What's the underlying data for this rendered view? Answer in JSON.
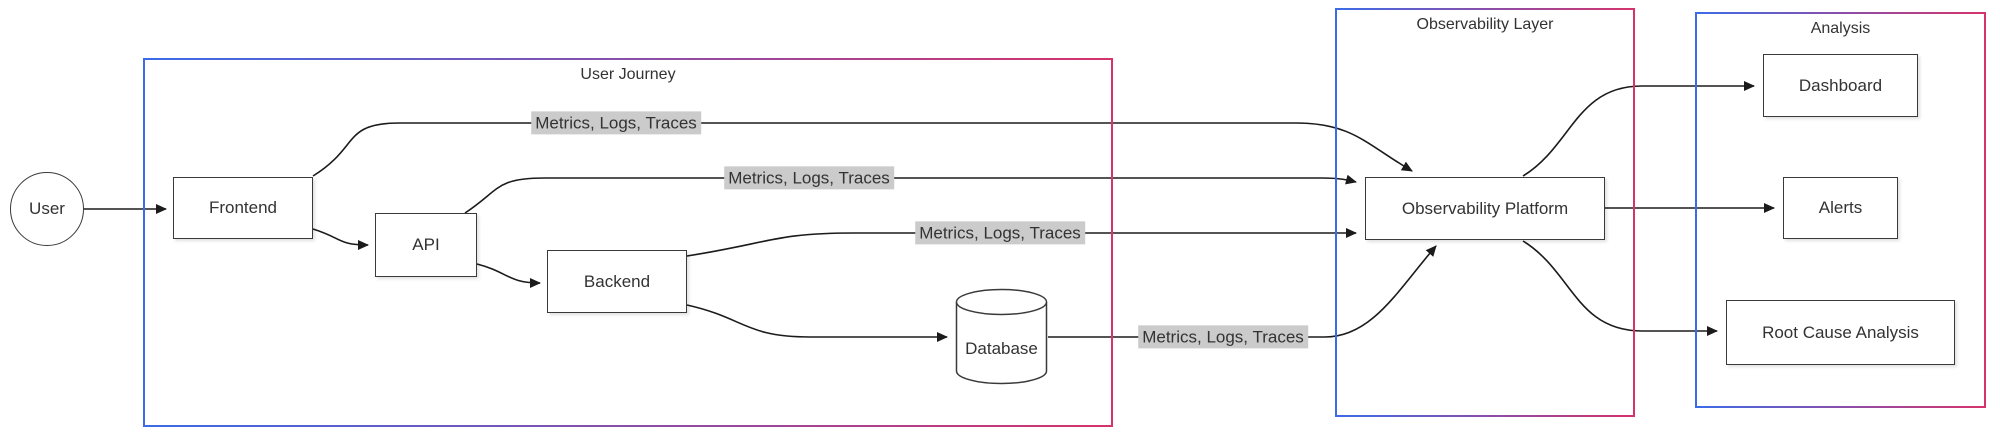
{
  "diagram": {
    "containers": {
      "user_journey": {
        "title": "User Journey"
      },
      "observability_layer": {
        "title": "Observability Layer"
      },
      "analysis": {
        "title": "Analysis"
      }
    },
    "nodes": {
      "user": {
        "label": "User",
        "shape": "circle"
      },
      "frontend": {
        "label": "Frontend",
        "shape": "rect"
      },
      "api": {
        "label": "API",
        "shape": "rect"
      },
      "backend": {
        "label": "Backend",
        "shape": "rect"
      },
      "database": {
        "label": "Database",
        "shape": "cylinder"
      },
      "observability_platform": {
        "label": "Observability Platform",
        "shape": "rect"
      },
      "dashboard": {
        "label": "Dashboard",
        "shape": "rect"
      },
      "alerts": {
        "label": "Alerts",
        "shape": "rect"
      },
      "root_cause_analysis": {
        "label": "Root Cause Analysis",
        "shape": "rect"
      }
    },
    "edges": [
      {
        "from": "User",
        "to": "Frontend",
        "label": ""
      },
      {
        "from": "Frontend",
        "to": "API",
        "label": ""
      },
      {
        "from": "API",
        "to": "Backend",
        "label": ""
      },
      {
        "from": "Backend",
        "to": "Database",
        "label": ""
      },
      {
        "from": "Frontend",
        "to": "Observability Platform",
        "label": "Metrics, Logs, Traces"
      },
      {
        "from": "API",
        "to": "Observability Platform",
        "label": "Metrics, Logs, Traces"
      },
      {
        "from": "Backend",
        "to": "Observability Platform",
        "label": "Metrics, Logs, Traces"
      },
      {
        "from": "Database",
        "to": "Observability Platform",
        "label": "Metrics, Logs, Traces"
      },
      {
        "from": "Observability Platform",
        "to": "Dashboard",
        "label": ""
      },
      {
        "from": "Observability Platform",
        "to": "Alerts",
        "label": ""
      },
      {
        "from": "Observability Platform",
        "to": "Root Cause Analysis",
        "label": ""
      }
    ],
    "colors": {
      "container_gradient_start": "#3b6be8",
      "container_gradient_end": "#d6336c",
      "edge_label_bg": "#cbcbcb",
      "node_border": "#3a3a3a",
      "node_fill": "#ffffff",
      "edge_stroke": "#1b1b1b",
      "text": "#333333"
    }
  }
}
